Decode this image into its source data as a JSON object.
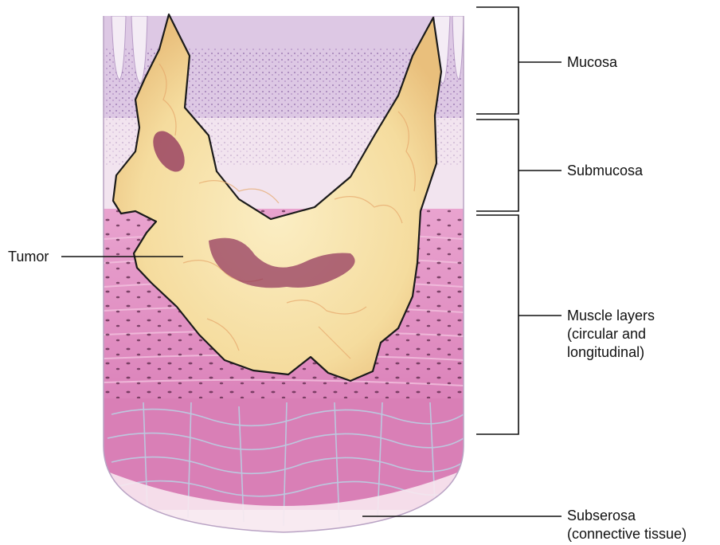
{
  "labels": {
    "mucosa": "Mucosa",
    "submucosa": "Submucosa",
    "tumor": "Tumor",
    "muscle_line1": "Muscle layers",
    "muscle_line2": "(circular and",
    "muscle_line3": "longitudinal)",
    "subserosa_line1": "Subserosa",
    "subserosa_line2": "(connective tissue)"
  },
  "colors": {
    "mucosa": "#d9c4e0",
    "mucosa_dots": "#6b3f8a",
    "submucosa": "#f1e3ee",
    "muscle": "#e08cc0",
    "muscle_dark": "#c9679f",
    "muscle_nuclei": "#5a2748",
    "serosa": "#f6e6ee",
    "tumor_fill": "#f7e2a8",
    "tumor_shadow": "#e8bf78",
    "tumor_core": "#8e2f5a",
    "outline": "#1a1a1a"
  }
}
